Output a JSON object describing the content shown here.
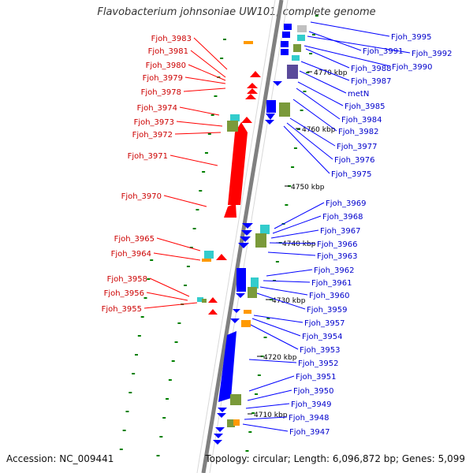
{
  "title": "Flavobacterium johnsoniae UW101, complete genome",
  "accession_text": "Accession: NC_009441",
  "topology_text": "Topology: circular; Length: 6,096,872 bp; Genes: 5,099",
  "colors": {
    "forward": "#ff0000",
    "reverse": "#0000ff",
    "backbone": "#808080",
    "tick": "#008000",
    "label_forward": "#cc0000",
    "label_reverse": "#0000cc"
  },
  "scale_labels": [
    "4770 kbp",
    "4760 kbp",
    "4750 kbp",
    "4740 kbp",
    "4730 kbp",
    "4720 kbp",
    "4710 kbp"
  ],
  "left_labels": [
    "Fjoh_3983",
    "Fjoh_3981",
    "Fjoh_3980",
    "Fjoh_3979",
    "Fjoh_3978",
    "Fjoh_3974",
    "Fjoh_3973",
    "Fjoh_3972",
    "Fjoh_3971",
    "Fjoh_3970",
    "Fjoh_3965",
    "Fjoh_3964",
    "Fjoh_3958",
    "Fjoh_3956",
    "Fjoh_3955"
  ],
  "right_labels": [
    "Fjoh_3995",
    "Fjoh_3991",
    "Fjoh_3992",
    "Fjoh_3988",
    "Fjoh_3990",
    "Fjoh_3987",
    "metN",
    "Fjoh_3985",
    "Fjoh_3984",
    "Fjoh_3982",
    "Fjoh_3977",
    "Fjoh_3976",
    "Fjoh_3975",
    "Fjoh_3969",
    "Fjoh_3968",
    "Fjoh_3967",
    "Fjoh_3966",
    "Fjoh_3963",
    "Fjoh_3962",
    "Fjoh_3961",
    "Fjoh_3960",
    "Fjoh_3959",
    "Fjoh_3957",
    "Fjoh_3954",
    "Fjoh_3953",
    "Fjoh_3952",
    "Fjoh_3951",
    "Fjoh_3950",
    "Fjoh_3949",
    "Fjoh_3948",
    "Fjoh_3947"
  ]
}
